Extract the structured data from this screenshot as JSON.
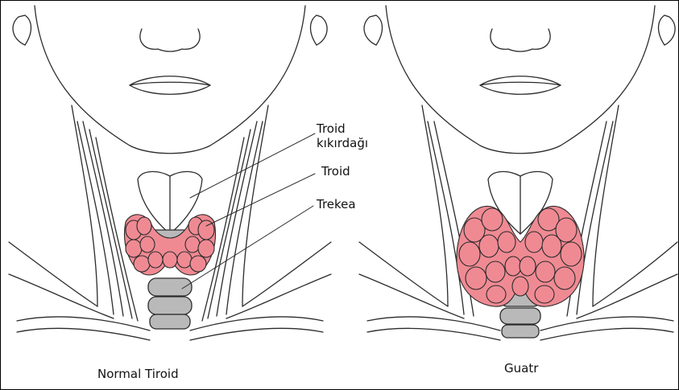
{
  "labels": {
    "thyroid_cartilage": "Troid\nkıkırdağı",
    "thyroid": "Troid",
    "trachea": "Trekea",
    "normal_caption": "Normal Tiroid",
    "goiter_caption": "Guatr"
  },
  "colors": {
    "gland_fill": "#ef8a93",
    "line": "#2b2b2b",
    "cartilage": "#ffffff",
    "trachea_fill": "#b9b9b9"
  }
}
